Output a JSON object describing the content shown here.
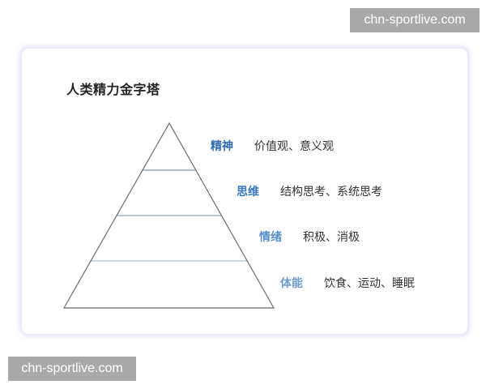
{
  "watermarks": {
    "top_right": "chn-sportlive.com",
    "bottom_left": "chn-sportlive.com"
  },
  "diagram": {
    "title": "人类精力金字塔",
    "type": "pyramid",
    "colors": {
      "outline": "#6b6b6b",
      "card_shadow": "#d7daf5",
      "label_tier_1": "#2f6db5",
      "label_tier_2": "#3a78bf",
      "label_tier_3": "#5a8fcc",
      "label_tier_4": "#6c9bd2",
      "divider_1": "#7f94ad",
      "divider_2": "#93a7bd",
      "divider_3": "#b2c1cf"
    },
    "tiers": [
      {
        "level": 1,
        "label": "精神",
        "description": "价值观、意义观"
      },
      {
        "level": 2,
        "label": "思维",
        "description": "结构思考、系统思考"
      },
      {
        "level": 3,
        "label": "情绪",
        "description": "积极、消极"
      },
      {
        "level": 4,
        "label": "体能",
        "description": "饮食、运动、睡眠"
      }
    ]
  }
}
